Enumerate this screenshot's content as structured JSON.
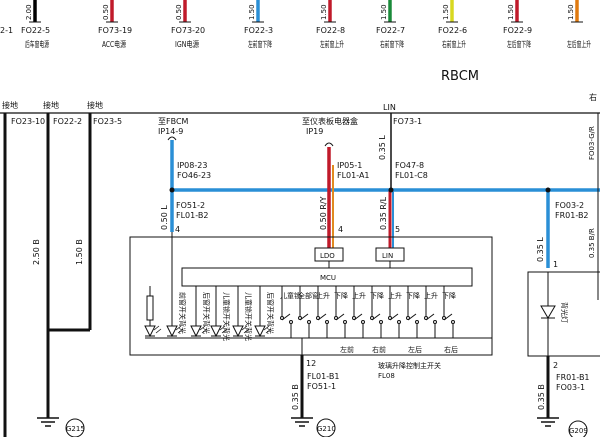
{
  "top_wires": [
    {
      "spec": "2.00",
      "color": "#000000",
      "code": "FO22-5",
      "label": "后车窗电源"
    },
    {
      "spec": "0.50",
      "color": "#c01a2a",
      "code": "FO73-19",
      "label": "ACC电源"
    },
    {
      "spec": "0.50",
      "color": "#c01a2a",
      "code": "FO73-20",
      "label": "IGN电源"
    },
    {
      "spec": "1.50",
      "color": "#2a8fd6",
      "code": "FO22-3",
      "label": "左前窗下降"
    },
    {
      "spec": "1.50",
      "color": "#c01a2a",
      "code": "FO22-8",
      "label": "左前窗上升"
    },
    {
      "spec": "1.50",
      "color": "#1a8a3a",
      "code": "FO22-7",
      "label": "右前窗下降"
    },
    {
      "spec": "1.50",
      "color": "#d8d820",
      "code": "FO22-6",
      "label": "右前窗上升"
    },
    {
      "spec": "1.50",
      "color": "#c01a2a",
      "code": "FO22-9",
      "label": "左后窗下降"
    },
    {
      "spec": "1.50",
      "color": "#e07a10",
      "code": "",
      "label": "左后窗上升"
    }
  ],
  "module_name": "RBCM",
  "lin_label": "LIN",
  "partial": {
    "top_left": "2-1",
    "top_right_prefix": "右",
    "right_code": "FO03-G/R",
    "right_spec": "0.35 B/R"
  },
  "ground_labels": [
    "接地",
    "接地",
    "接地"
  ],
  "ground_connectors": [
    {
      "code": "FO23-10",
      "spec": ""
    },
    {
      "code": "FO22-2",
      "spec": "2.50 B"
    },
    {
      "code": "FO23-5",
      "spec": "1.50 B"
    }
  ],
  "fbcm": {
    "title": "至FBCM",
    "connector": "IP14-9",
    "code1": "IP08-23",
    "code2": "FO46-23"
  },
  "dash": {
    "title": "至仪表板电器盒",
    "connector": "IP19",
    "code1": "IP05-1",
    "code2": "FL01-A1"
  },
  "lin_branch": {
    "code1": "FO73-1",
    "spec1": "0.35 L",
    "code2": "FO47-8",
    "code3": "FL01-C8"
  },
  "left_branch": {
    "code1": "FO51-2",
    "code2": "FL01-B2",
    "spec": "0.50 L",
    "pin": "4"
  },
  "dash_wire": {
    "spec": "0.50 R/Y",
    "pin": "4"
  },
  "lin_wire": {
    "spec": "0.35 R/L",
    "pin": "5"
  },
  "switch": {
    "ldo": "LDO",
    "lin": "LIN",
    "mcu": "MCU",
    "name": "玻璃升降控制主开关",
    "code": "FL08",
    "pin_bottom": "12",
    "vert_labels": [
      "前窗开关背光",
      "后窗开关背光",
      "儿童锁开关背光",
      "儿童锁开关背光",
      "后窗开关背光"
    ],
    "top_labels": [
      "儿童锁",
      "全部窗",
      "上升",
      "下降",
      "上升",
      "下降",
      "上升",
      "下降",
      "上升",
      "下降"
    ],
    "bottom_labels": [
      "左前",
      "右前",
      "左后",
      "右后"
    ]
  },
  "bottom_branch": {
    "code1": "FL01-B1",
    "code2": "FO51-1",
    "spec": "0.35 B"
  },
  "right_branch": {
    "code1": "FO03-2",
    "code2": "FR01-B2",
    "spec": "0.35 L",
    "pin1": "1",
    "pin2": "2",
    "code3": "FR01-B1",
    "code4": "FO03-1",
    "spec2": "0.35 B",
    "lamp": "背光灯"
  },
  "grounds": [
    "G215",
    "G210",
    "G209"
  ]
}
